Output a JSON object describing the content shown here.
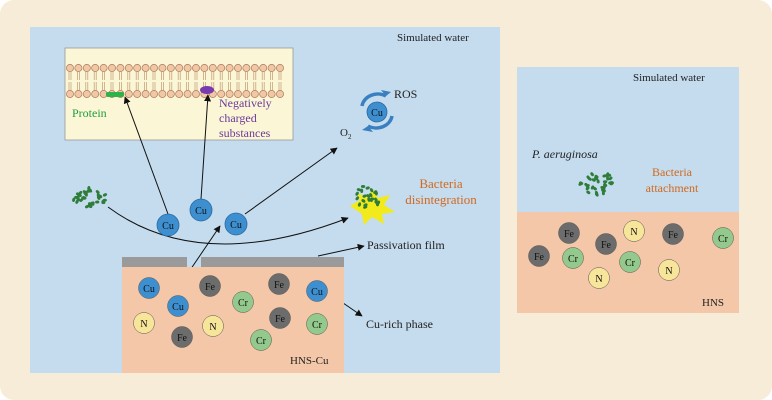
{
  "colors": {
    "frame": "#f7ecd7",
    "water": "#c4dcee",
    "metal": "#f4c7a8",
    "film": "#9a9a9a",
    "membrane_bg": "#fbf6d6",
    "cu": "#3d8fd0",
    "fe": "#6c6c6c",
    "cr": "#93c98c",
    "n": "#f7e69a",
    "bacteria": "#2f7d3a",
    "orange_text": "#d2691e",
    "purple_text": "#6a3a9a",
    "green_text": "#1e9e3e",
    "ros_arrow": "#3a7fc0",
    "burst": "#f2ea1a"
  },
  "left_panel": {
    "water_label": "Simulated water",
    "membrane": {
      "protein_label": "Protein",
      "negative_label_1": "Negatively",
      "negative_label_2": "charged",
      "negative_label_3": "substances"
    },
    "ros_label": "ROS",
    "o2_label": "O",
    "o2_sub": "2",
    "bacteria_label_1": "Bacteria",
    "bacteria_label_2": "disintegration",
    "passivation_label": "Passivation film",
    "cu_rich_label": "Cu-rich phase",
    "alloy_label": "HNS-Cu",
    "ions": [
      "Cu",
      "Cu",
      "Cu",
      "Cu"
    ],
    "atoms": [
      "Cu",
      "Fe",
      "Fe",
      "Cu",
      "Cu",
      "Cr",
      "N",
      "N",
      "Fe",
      "Cr",
      "Fe",
      "Cr"
    ]
  },
  "right_panel": {
    "water_label": "Simulated water",
    "species_label": "P. aeruginosa",
    "attach_label_1": "Bacteria",
    "attach_label_2": "attachment",
    "alloy_label": "HNS",
    "atoms": [
      "Fe",
      "Fe",
      "N",
      "Fe",
      "Fe",
      "Cr",
      "Cr",
      "Cr",
      "N",
      "N"
    ]
  }
}
